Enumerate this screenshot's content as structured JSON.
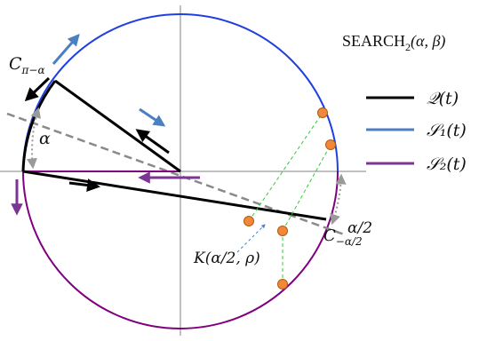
{
  "title": "SEARCH",
  "title_sub": "2",
  "title_args": "(α, β)",
  "legend": [
    {
      "name": "𝒬(t)",
      "color": "#000000"
    },
    {
      "name": "𝒮₁(t)",
      "color": "#4a7fc1"
    },
    {
      "name": "𝒮₂(t)",
      "color": "#7b3594"
    }
  ],
  "labels": {
    "c_pi_minus_alpha": "C",
    "c_pi_minus_alpha_sub": "π−α",
    "alpha": "α",
    "alpha_half": "α/2",
    "c_minus_alpha_half": "C",
    "c_minus_alpha_half_sub": "−α/2",
    "k_point": "K(α/2, ρ)"
  },
  "colors": {
    "circle_upper": "#1f3fe0",
    "circle_lower": "#800080",
    "path_q": "#000000",
    "arrow_s1": "#4a7fc1",
    "arrow_s2": "#7b3594",
    "axis": "#808080",
    "dashed_line": "#8a8a8a",
    "point_fill": "#f0883a",
    "point_stroke": "#b35a10",
    "guide": "#33cc33"
  }
}
